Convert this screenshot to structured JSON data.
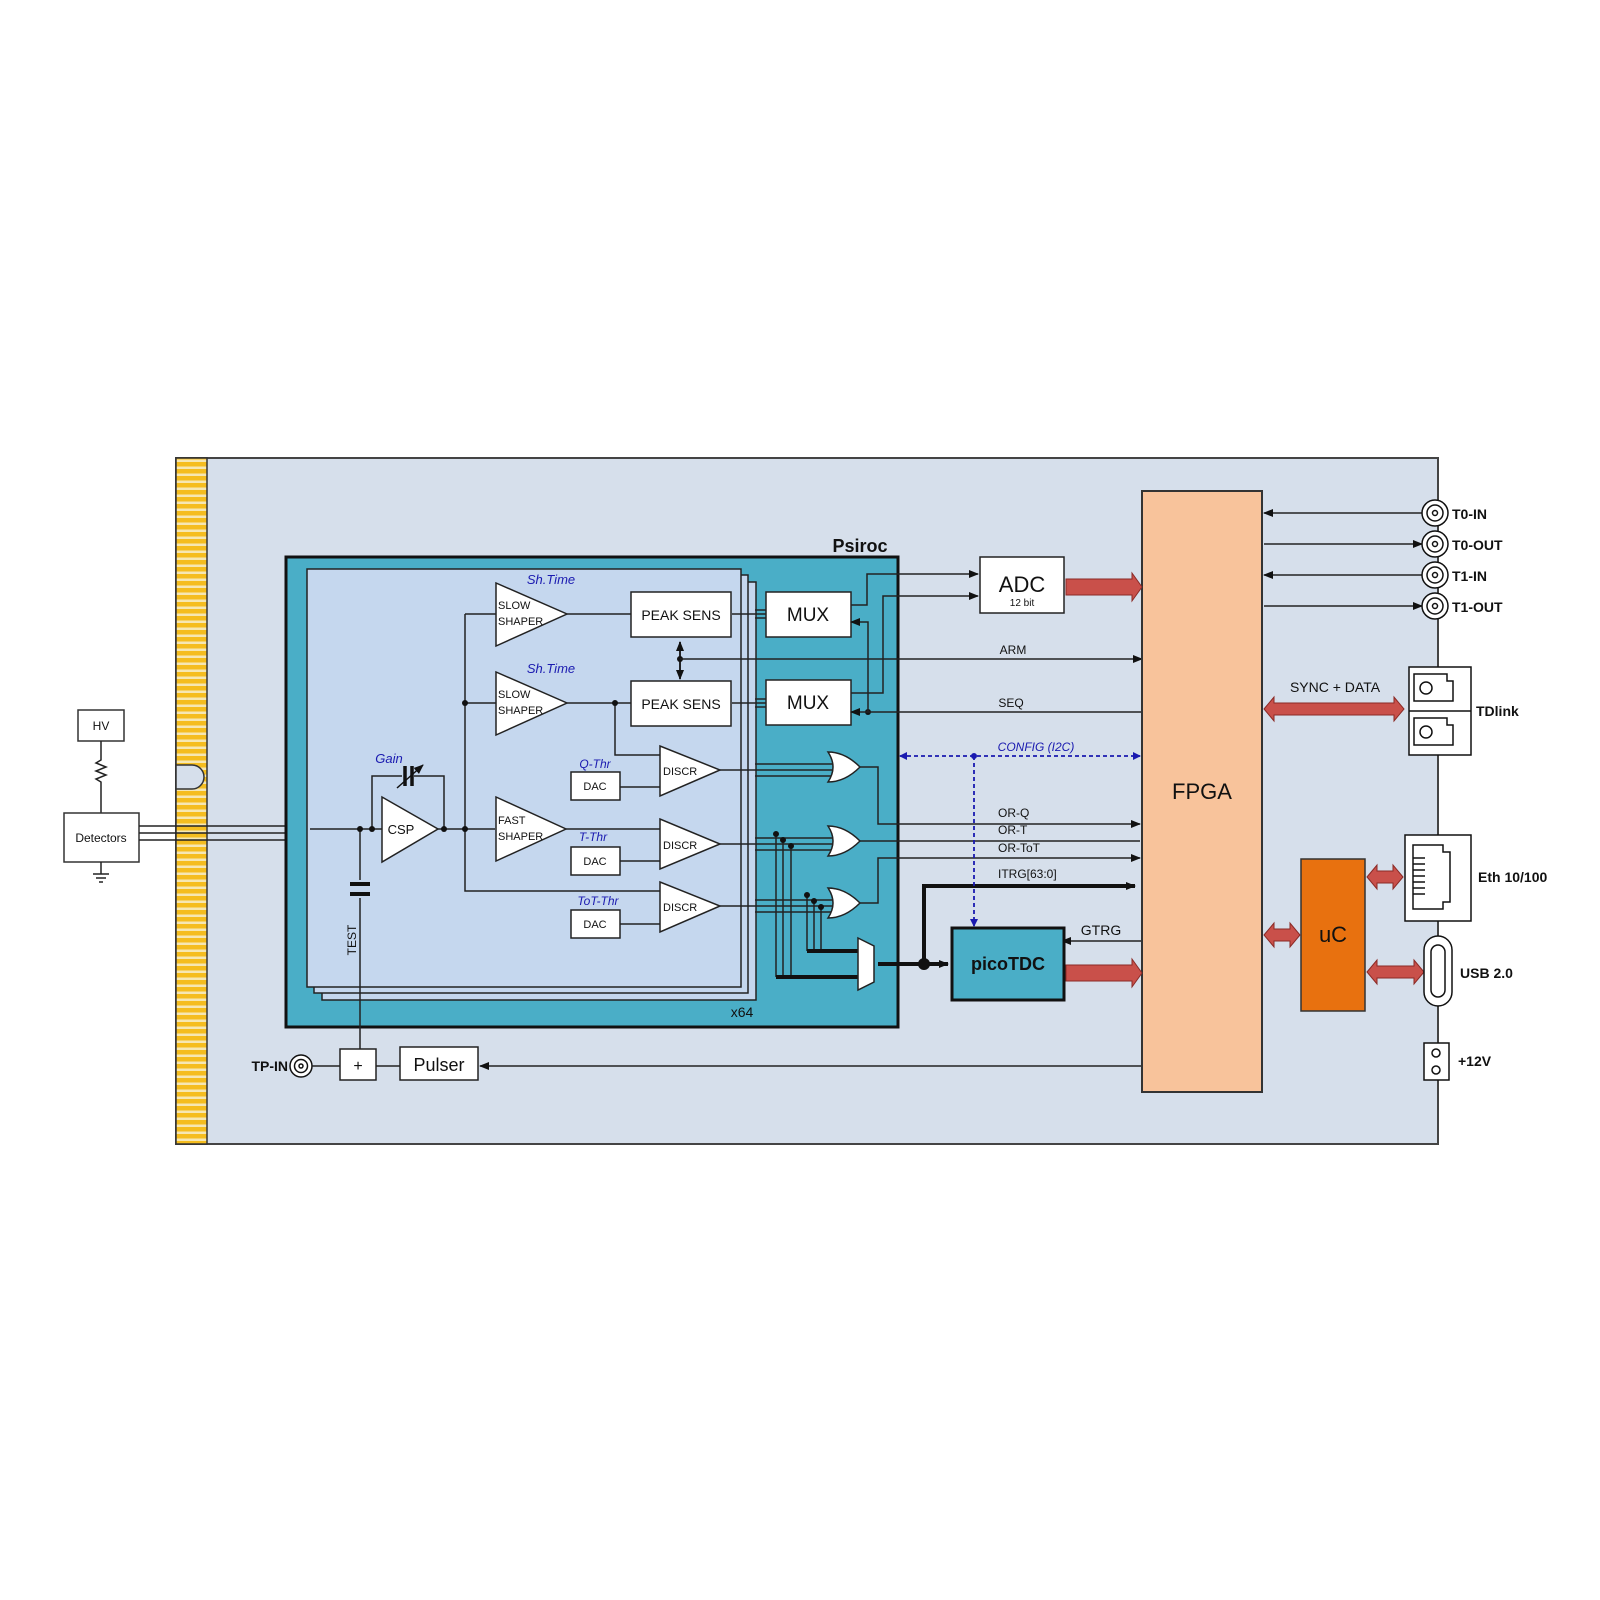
{
  "diagram": {
    "board": {
      "colors": {
        "board_bg": "#d6dfeb",
        "edge_connector": "#f5bd1f",
        "psiroc_bg": "#4aaec7",
        "channel_bg": "#c5d7ee",
        "fpga": "#f8c39b",
        "uc": "#e8710f",
        "picotdc": "#4aaec7",
        "bus_arrow": "#c9504a",
        "config_line": "#1a1ab0"
      }
    },
    "external": {
      "hv": "HV",
      "detectors": "Detectors"
    },
    "psiroc": {
      "title": "Psiroc",
      "channels_label": "x64",
      "gain_label": "Gain",
      "csp_label": "CSP",
      "test_label": "TEST",
      "slow_shaper_1": [
        "SLOW",
        "SHAPER"
      ],
      "slow_shaper_2": [
        "SLOW",
        "SHAPER"
      ],
      "fast_shaper": [
        "FAST",
        "SHAPER"
      ],
      "sh_time_1": "Sh.Time",
      "sh_time_2": "Sh.Time",
      "peak_sens_1": "PEAK SENS",
      "peak_sens_2": "PEAK SENS",
      "mux_1": "MUX",
      "mux_2": "MUX",
      "q_thr": "Q-Thr",
      "t_thr": "T-Thr",
      "tot_thr": "ToT-Thr",
      "dac": "DAC",
      "discr": "DISCR"
    },
    "adc": {
      "label": "ADC",
      "sub": "12 bit"
    },
    "signals": {
      "arm": "ARM",
      "seq": "SEQ",
      "config": "CONFIG (I2C)",
      "or_q": "OR-Q",
      "or_t": "OR-T",
      "or_tot": "OR-ToT",
      "itrg": "ITRG[63:0]",
      "gtrg": "GTRG",
      "sync_data": "SYNC + DATA"
    },
    "picotdc": "picoTDC",
    "fpga": "FPGA",
    "uc": "uC",
    "pulser": {
      "plus": "+",
      "label": "Pulser",
      "tp_in": "TP-IN"
    },
    "connectors": {
      "t0_in": "T0-IN",
      "t0_out": "T0-OUT",
      "t1_in": "T1-IN",
      "t1_out": "T1-OUT",
      "tdlink": "TDlink",
      "eth": "Eth 10/100",
      "usb": "USB 2.0",
      "power": "+12V"
    }
  }
}
